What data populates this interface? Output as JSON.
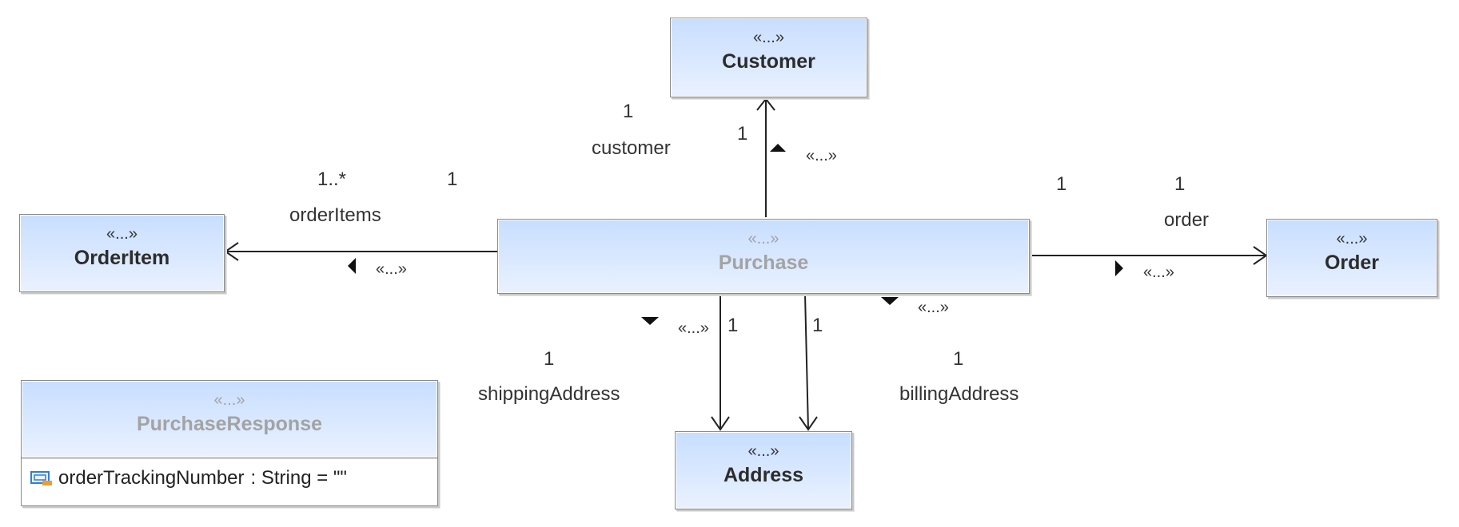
{
  "classes": {
    "customer": {
      "stereotype": "«...»",
      "name": "Customer"
    },
    "orderitem": {
      "stereotype": "«...»",
      "name": "OrderItem"
    },
    "purchase": {
      "stereotype": "«...»",
      "name": "Purchase"
    },
    "order": {
      "stereotype": "«...»",
      "name": "Order"
    },
    "address": {
      "stereotype": "«...»",
      "name": "Address"
    },
    "purchaseresponse": {
      "stereotype": "«...»",
      "name": "PurchaseResponse",
      "attribute": {
        "name": "orderTrackingNumber",
        "type": ": String = \"\""
      }
    }
  },
  "associations": {
    "customer": {
      "role": "customer",
      "mult_target": "1",
      "mult_source": "1",
      "stereotype": "«...»"
    },
    "orderitems": {
      "role": "orderItems",
      "mult_target": "1..*",
      "mult_source": "1",
      "stereotype": "«...»"
    },
    "order": {
      "role": "order",
      "mult_source": "1",
      "mult_target": "1",
      "stereotype": "«...»"
    },
    "shipping": {
      "role": "shippingAddress",
      "mult_target": "1",
      "mult_source": "1",
      "stereotype": "«...»"
    },
    "billing": {
      "role": "billingAddress",
      "mult_target": "1",
      "mult_source": "1",
      "stereotype": "«...»"
    }
  }
}
